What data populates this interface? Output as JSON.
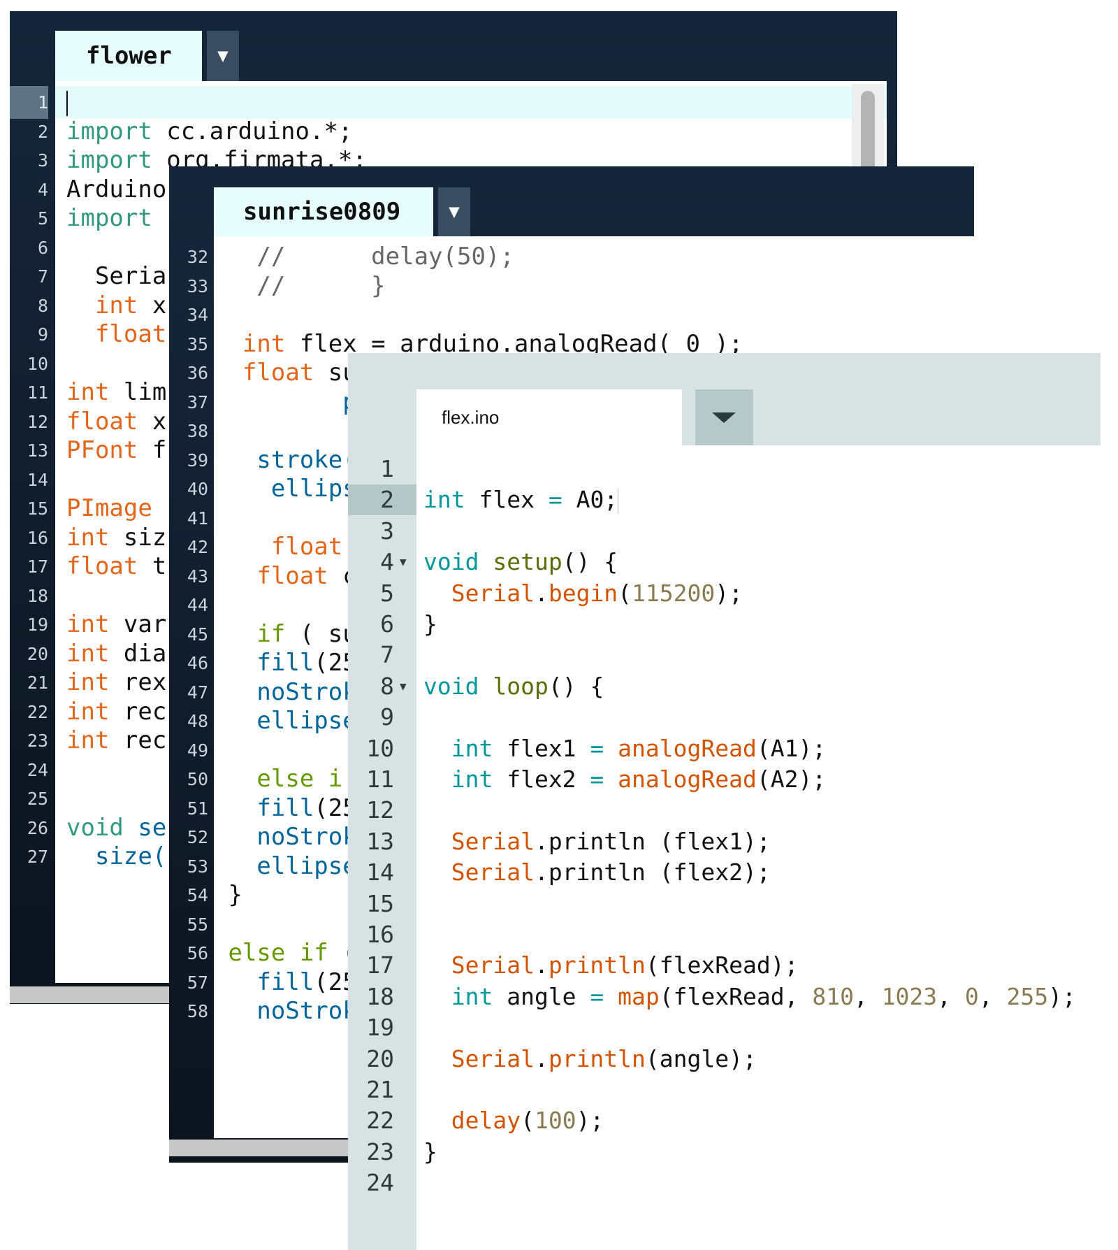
{
  "window1": {
    "tab": "flower",
    "tab_arrow": "▼",
    "line_numbers": [
      "1",
      "2",
      "3",
      "4",
      "5",
      "6",
      "7",
      "8",
      "9",
      "10",
      "11",
      "12",
      "13",
      "14",
      "15",
      "16",
      "17",
      "18",
      "19",
      "20",
      "21",
      "22",
      "23",
      "24",
      "25",
      "26",
      "27"
    ],
    "lines": [
      [],
      [
        {
          "c": "t-kw2",
          "t": "import"
        },
        {
          "c": "t-bk",
          "t": " cc.arduino.*;"
        }
      ],
      [
        {
          "c": "t-kw2",
          "t": "import"
        },
        {
          "c": "t-bk",
          "t": " org.firmata.*;"
        }
      ],
      [
        {
          "c": "t-bk",
          "t": "Arduino"
        }
      ],
      [
        {
          "c": "t-kw2",
          "t": "import"
        }
      ],
      [],
      [
        {
          "c": "t-bk",
          "t": "  Seria"
        }
      ],
      [
        {
          "c": "t-type",
          "t": "  int"
        },
        {
          "c": "t-bk",
          "t": " x"
        }
      ],
      [
        {
          "c": "t-type",
          "t": "  float"
        }
      ],
      [],
      [
        {
          "c": "t-type",
          "t": "int"
        },
        {
          "c": "t-bk",
          "t": " lim"
        }
      ],
      [
        {
          "c": "t-type",
          "t": "float"
        },
        {
          "c": "t-bk",
          "t": " x"
        }
      ],
      [
        {
          "c": "t-type",
          "t": "PFont"
        },
        {
          "c": "t-bk",
          "t": " f"
        }
      ],
      [],
      [
        {
          "c": "t-type",
          "t": "PImage"
        }
      ],
      [
        {
          "c": "t-type",
          "t": "int"
        },
        {
          "c": "t-bk",
          "t": " siz"
        }
      ],
      [
        {
          "c": "t-type",
          "t": "float"
        },
        {
          "c": "t-bk",
          "t": " t"
        }
      ],
      [],
      [
        {
          "c": "t-type",
          "t": "int"
        },
        {
          "c": "t-bk",
          "t": " var"
        }
      ],
      [
        {
          "c": "t-type",
          "t": "int"
        },
        {
          "c": "t-bk",
          "t": " dia"
        }
      ],
      [
        {
          "c": "t-type",
          "t": "int"
        },
        {
          "c": "t-bk",
          "t": " rex"
        }
      ],
      [
        {
          "c": "t-type",
          "t": "int"
        },
        {
          "c": "t-bk",
          "t": " rec"
        }
      ],
      [
        {
          "c": "t-type",
          "t": "int"
        },
        {
          "c": "t-bk",
          "t": " rec"
        }
      ],
      [],
      [],
      [
        {
          "c": "t-kw2",
          "t": "void"
        },
        {
          "c": "t-fn",
          "t": " se"
        }
      ],
      [
        {
          "c": "t-fn",
          "t": "  size("
        }
      ]
    ]
  },
  "window2": {
    "tab": "sunrise0809",
    "tab_arrow": "▼",
    "line_numbers": [
      "32",
      "33",
      "34",
      "35",
      "36",
      "37",
      "38",
      "39",
      "40",
      "41",
      "42",
      "43",
      "44",
      "45",
      "46",
      "47",
      "48",
      "49",
      "50",
      "51",
      "52",
      "53",
      "54",
      "55",
      "56",
      "57",
      "58"
    ],
    "lines": [
      [
        {
          "c": "t-cm",
          "t": "   //      delay(50);"
        }
      ],
      [
        {
          "c": "t-cm",
          "t": "   //      }"
        }
      ],
      [],
      [
        {
          "c": "t-type",
          "t": "  int"
        },
        {
          "c": "t-bk",
          "t": " flex = arduino.analogRead( 0 );"
        }
      ],
      [
        {
          "c": "t-type",
          "t": "  float"
        },
        {
          "c": "t-bk",
          "t": " su"
        }
      ],
      [
        {
          "c": "t-fn",
          "t": "         p"
        }
      ],
      [],
      [
        {
          "c": "t-fn",
          "t": "   stroke("
        }
      ],
      [
        {
          "c": "t-fn",
          "t": "    ellips"
        }
      ],
      [],
      [
        {
          "c": "t-type",
          "t": "    float"
        }
      ],
      [
        {
          "c": "t-type",
          "t": "   float"
        },
        {
          "c": "t-bk",
          "t": " c"
        }
      ],
      [],
      [
        {
          "c": "t-ctrl",
          "t": "   if"
        },
        {
          "c": "t-bk",
          "t": " ( su"
        }
      ],
      [
        {
          "c": "t-fn",
          "t": "   fill"
        },
        {
          "c": "t-bk",
          "t": "(25"
        }
      ],
      [
        {
          "c": "t-fn",
          "t": "   noStrok"
        }
      ],
      [
        {
          "c": "t-fn",
          "t": "   ellipse"
        }
      ],
      [],
      [
        {
          "c": "t-ctrl",
          "t": "   else i"
        }
      ],
      [
        {
          "c": "t-fn",
          "t": "   fill"
        },
        {
          "c": "t-bk",
          "t": "(25"
        }
      ],
      [
        {
          "c": "t-fn",
          "t": "   noStrok"
        }
      ],
      [
        {
          "c": "t-fn",
          "t": "   ellipse"
        }
      ],
      [
        {
          "c": "t-bk",
          "t": " }"
        }
      ],
      [],
      [
        {
          "c": "t-ctrl",
          "t": " else if"
        },
        {
          "c": "t-bk",
          "t": " ("
        }
      ],
      [
        {
          "c": "t-fn",
          "t": "   fill"
        },
        {
          "c": "t-bk",
          "t": "(25"
        }
      ],
      [
        {
          "c": "t-fn",
          "t": "   noStrok"
        }
      ]
    ]
  },
  "window3": {
    "tab": "flex.ino",
    "line_numbers": [
      "1",
      "2",
      "3",
      "4",
      "5",
      "6",
      "7",
      "8",
      "9",
      "10",
      "11",
      "12",
      "13",
      "14",
      "15",
      "16",
      "17",
      "18",
      "19",
      "20",
      "21",
      "22",
      "23",
      "24"
    ],
    "fold_markers": {
      "4": "▼",
      "8": "▼"
    },
    "lines": [
      [],
      [
        {
          "c": "x-ty",
          "t": "int"
        },
        {
          "c": "t-bk",
          "t": " flex "
        },
        {
          "c": "x-op",
          "t": "="
        },
        {
          "c": "t-bk",
          "t": " A0;"
        }
      ],
      [],
      [
        {
          "c": "x-ty",
          "t": "void"
        },
        {
          "c": "t-bk",
          "t": " "
        },
        {
          "c": "x-fn",
          "t": "setup"
        },
        {
          "c": "t-bk",
          "t": "() {"
        }
      ],
      [
        {
          "c": "x-or",
          "t": "  Serial"
        },
        {
          "c": "t-bk",
          "t": "."
        },
        {
          "c": "x-or",
          "t": "begin"
        },
        {
          "c": "t-bk",
          "t": "("
        },
        {
          "c": "x-nm",
          "t": "115200"
        },
        {
          "c": "t-bk",
          "t": ");"
        }
      ],
      [
        {
          "c": "t-bk",
          "t": "}"
        }
      ],
      [],
      [
        {
          "c": "x-ty",
          "t": "void"
        },
        {
          "c": "t-bk",
          "t": " "
        },
        {
          "c": "x-fn",
          "t": "loop"
        },
        {
          "c": "t-bk",
          "t": "() {"
        }
      ],
      [],
      [
        {
          "c": "x-ty",
          "t": "  int"
        },
        {
          "c": "t-bk",
          "t": " flex1 "
        },
        {
          "c": "x-op",
          "t": "="
        },
        {
          "c": "t-bk",
          "t": " "
        },
        {
          "c": "x-or",
          "t": "analogRead"
        },
        {
          "c": "t-bk",
          "t": "(A1);"
        }
      ],
      [
        {
          "c": "x-ty",
          "t": "  int"
        },
        {
          "c": "t-bk",
          "t": " flex2 "
        },
        {
          "c": "x-op",
          "t": "="
        },
        {
          "c": "t-bk",
          "t": " "
        },
        {
          "c": "x-or",
          "t": "analogRead"
        },
        {
          "c": "t-bk",
          "t": "(A2);"
        }
      ],
      [],
      [
        {
          "c": "x-or",
          "t": "  Serial"
        },
        {
          "c": "t-bk",
          "t": ".println (flex1);"
        }
      ],
      [
        {
          "c": "x-or",
          "t": "  Serial"
        },
        {
          "c": "t-bk",
          "t": ".println (flex2);"
        }
      ],
      [],
      [],
      [
        {
          "c": "x-or",
          "t": "  Serial"
        },
        {
          "c": "t-bk",
          "t": "."
        },
        {
          "c": "x-or",
          "t": "println"
        },
        {
          "c": "t-bk",
          "t": "(flexRead);"
        }
      ],
      [
        {
          "c": "x-ty",
          "t": "  int"
        },
        {
          "c": "t-bk",
          "t": " angle "
        },
        {
          "c": "x-op",
          "t": "="
        },
        {
          "c": "t-bk",
          "t": " "
        },
        {
          "c": "x-or",
          "t": "map"
        },
        {
          "c": "t-bk",
          "t": "(flexRead, "
        },
        {
          "c": "x-nm",
          "t": "810"
        },
        {
          "c": "t-bk",
          "t": ", "
        },
        {
          "c": "x-nm",
          "t": "1023"
        },
        {
          "c": "t-bk",
          "t": ", "
        },
        {
          "c": "x-nm",
          "t": "0"
        },
        {
          "c": "t-bk",
          "t": ", "
        },
        {
          "c": "x-nm",
          "t": "255"
        },
        {
          "c": "t-bk",
          "t": ");"
        }
      ],
      [],
      [
        {
          "c": "x-or",
          "t": "  Serial"
        },
        {
          "c": "t-bk",
          "t": "."
        },
        {
          "c": "x-or",
          "t": "println"
        },
        {
          "c": "t-bk",
          "t": "(angle);"
        }
      ],
      [],
      [
        {
          "c": "x-or",
          "t": "  delay"
        },
        {
          "c": "t-bk",
          "t": "("
        },
        {
          "c": "x-nm",
          "t": "100"
        },
        {
          "c": "t-bk",
          "t": ");"
        }
      ],
      [
        {
          "c": "t-bk",
          "t": "}"
        }
      ],
      []
    ]
  }
}
